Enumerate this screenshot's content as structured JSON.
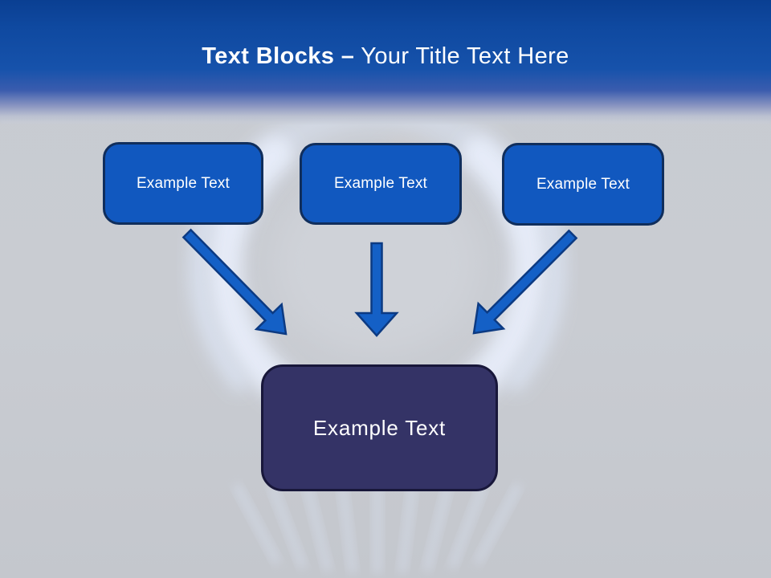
{
  "slide": {
    "title": {
      "bold": "Text Blocks –",
      "rest": "Your Title Text Here"
    },
    "top_blocks": [
      {
        "label": "Example Text"
      },
      {
        "label": "Example Text"
      },
      {
        "label": "Example Text"
      }
    ],
    "bottom_block": {
      "label": "Example Text"
    },
    "arrows": [
      "down-right-arrow",
      "down-arrow",
      "down-left-arrow"
    ],
    "colors": {
      "header_blue": "#1652ab",
      "block_fill": "#1158bf",
      "block_border": "#102e5c",
      "arrow_fill": "#1460c6",
      "arrow_border": "#0c3a82",
      "bottom_fill": "#343366",
      "bottom_border": "#18173a",
      "background_gray": "#c8cbd1",
      "flame_glow": "#e8eefb",
      "title_text": "#ffffff"
    }
  }
}
